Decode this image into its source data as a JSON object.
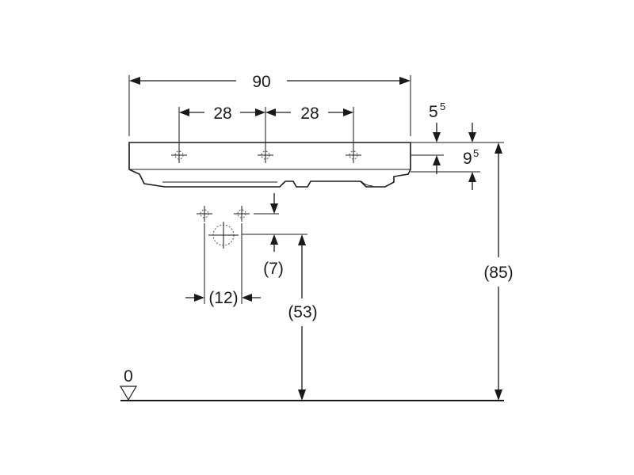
{
  "dimensions": {
    "overall_width": "90",
    "tap_spacing_left": "28",
    "tap_spacing_right": "28",
    "rim_offset_base": "5",
    "rim_offset_sup": "5",
    "basin_height_base": "9",
    "basin_height_sup": "5",
    "rim_height": "(85)",
    "drain_rise": "(7)",
    "drain_width": "(12)",
    "drain_height": "(53)"
  },
  "floor": {
    "label": "0"
  }
}
